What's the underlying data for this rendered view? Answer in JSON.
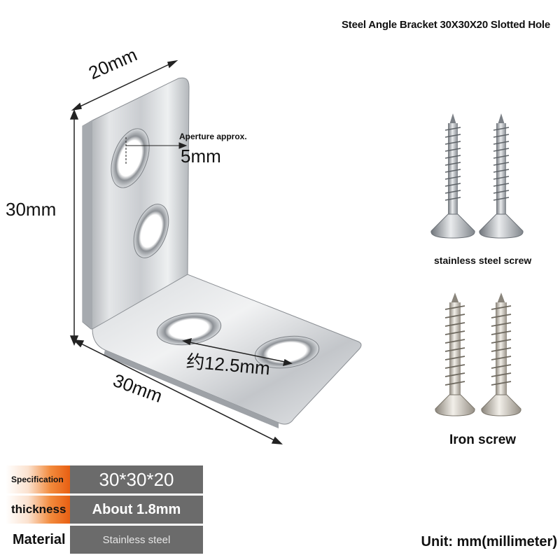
{
  "title": "Steel Angle Bracket 30X30X20 Slotted Hole",
  "dimensions": {
    "width_top": "20mm",
    "height_left": "30mm",
    "length_bottom": "30mm",
    "aperture_label": "Aperture approx.",
    "aperture_value": "5mm",
    "hole_spacing": "约12.5mm"
  },
  "screws": [
    {
      "caption": "stainless steel screw",
      "color": "#b8bcc2"
    },
    {
      "caption": "Iron screw",
      "color": "#c9c3b8"
    }
  ],
  "specs": [
    {
      "label": "Specification",
      "value": "30*30*20",
      "highlight": true
    },
    {
      "label": "thickness",
      "value": "About 1.8mm",
      "highlight": true
    },
    {
      "label": "Material",
      "value": "Stainless steel",
      "highlight": false
    }
  ],
  "unit": "Unit: mm(millimeter)"
}
